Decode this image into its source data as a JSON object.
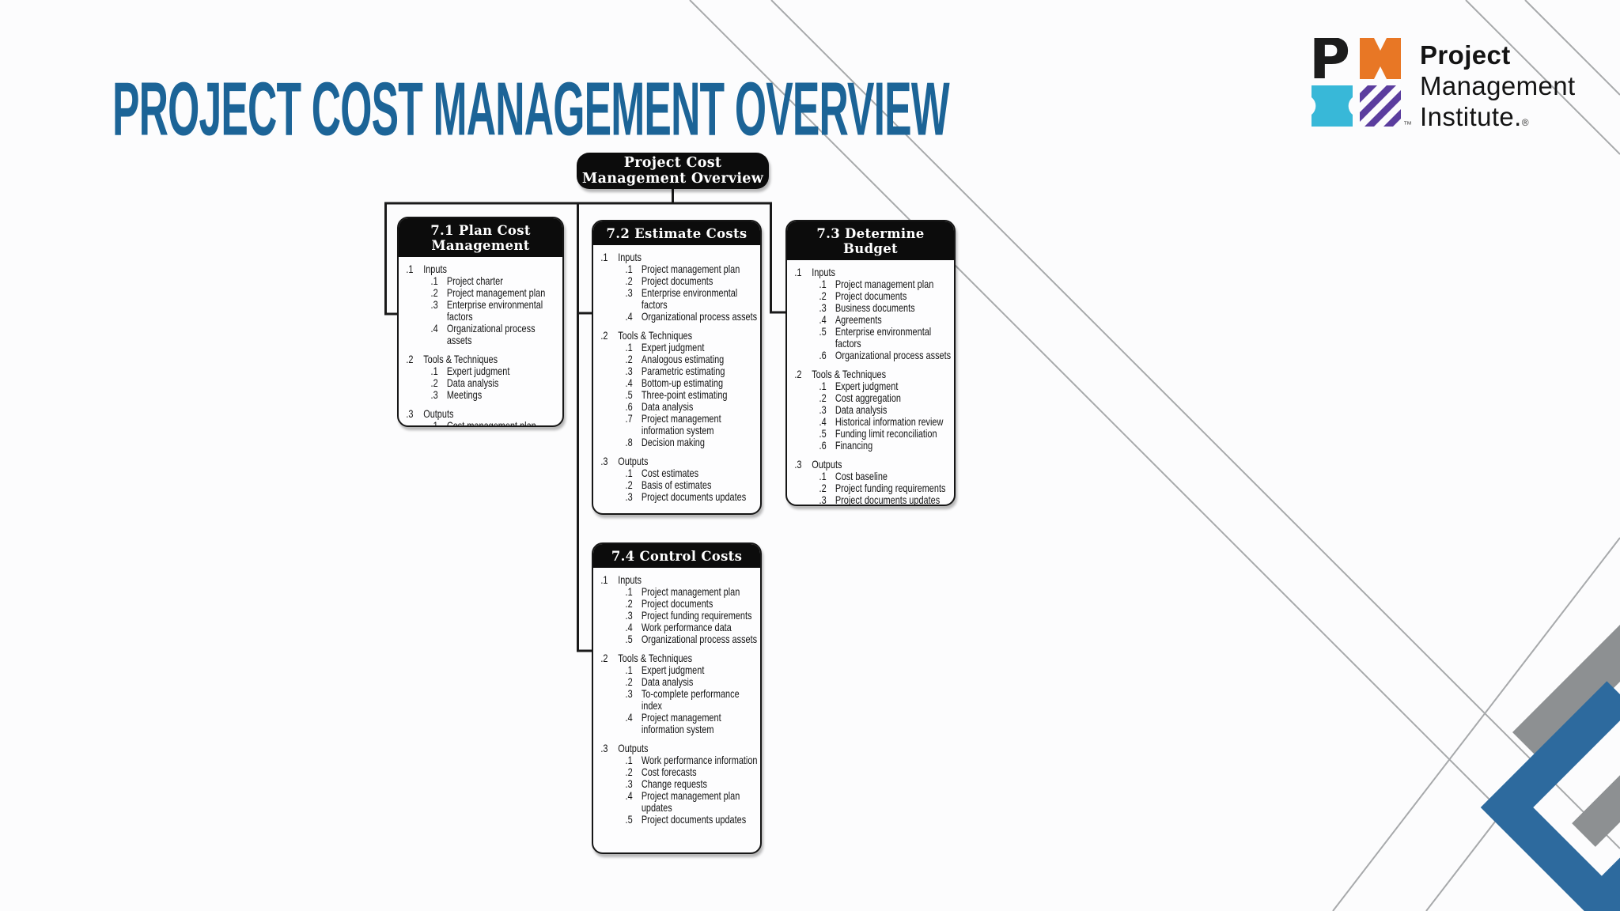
{
  "slide": {
    "title": "PROJECT COST MANAGEMENT OVERVIEW",
    "title_color": "#1c6497",
    "background": "#fcfcfd"
  },
  "logo": {
    "wordmark_line1": "Project",
    "wordmark_line2": "Management",
    "wordmark_line3": "Institute.",
    "trademark": "™",
    "registered": "®",
    "colors": {
      "letter_p": "#1c1c1c",
      "letter_m_orange": "#e87725",
      "letter_i_cyan": "#38b8d8",
      "stripes_purple": "#5b3d9e"
    }
  },
  "decor": {
    "thin_line_color": "#a7a9ab",
    "chevron_gray": "#8d9092",
    "chevron_blue": "#2d6a9e"
  },
  "diagram": {
    "root_title": "Project Cost\nManagement Overview",
    "boxes": [
      {
        "title": "7.1 Plan Cost\nManagement",
        "sections": [
          {
            "label": "Inputs",
            "items": [
              "Project charter",
              "Project management plan",
              "Enterprise environmental factors",
              "Organizational process assets"
            ]
          },
          {
            "label": "Tools & Techniques",
            "items": [
              "Expert judgment",
              "Data analysis",
              "Meetings"
            ]
          },
          {
            "label": "Outputs",
            "items": [
              "Cost management plan"
            ]
          }
        ]
      },
      {
        "title": "7.2 Estimate Costs",
        "sections": [
          {
            "label": "Inputs",
            "items": [
              "Project management plan",
              "Project documents",
              "Enterprise environmental factors",
              "Organizational process assets"
            ]
          },
          {
            "label": "Tools & Techniques",
            "items": [
              "Expert judgment",
              "Analogous estimating",
              "Parametric estimating",
              "Bottom-up estimating",
              "Three-point estimating",
              "Data analysis",
              "Project management information system",
              "Decision making"
            ]
          },
          {
            "label": "Outputs",
            "items": [
              "Cost estimates",
              "Basis of estimates",
              "Project documents updates"
            ]
          }
        ]
      },
      {
        "title": "7.3 Determine Budget",
        "sections": [
          {
            "label": "Inputs",
            "items": [
              "Project management plan",
              "Project documents",
              "Business documents",
              "Agreements",
              "Enterprise environmental factors",
              "Organizational process assets"
            ]
          },
          {
            "label": "Tools & Techniques",
            "items": [
              "Expert judgment",
              "Cost aggregation",
              "Data analysis",
              "Historical information review",
              "Funding limit reconciliation",
              "Financing"
            ]
          },
          {
            "label": "Outputs",
            "items": [
              "Cost baseline",
              "Project funding requirements",
              "Project documents updates"
            ]
          }
        ]
      },
      {
        "title": "7.4 Control Costs",
        "sections": [
          {
            "label": "Inputs",
            "items": [
              "Project management plan",
              "Project documents",
              "Project funding requirements",
              "Work performance data",
              "Organizational process assets"
            ]
          },
          {
            "label": "Tools & Techniques",
            "items": [
              "Expert judgment",
              "Data analysis",
              "To-complete performance index",
              "Project management information system"
            ]
          },
          {
            "label": "Outputs",
            "items": [
              "Work performance information",
              "Cost forecasts",
              "Change requests",
              "Project management plan updates",
              "Project documents updates"
            ]
          }
        ]
      }
    ]
  }
}
